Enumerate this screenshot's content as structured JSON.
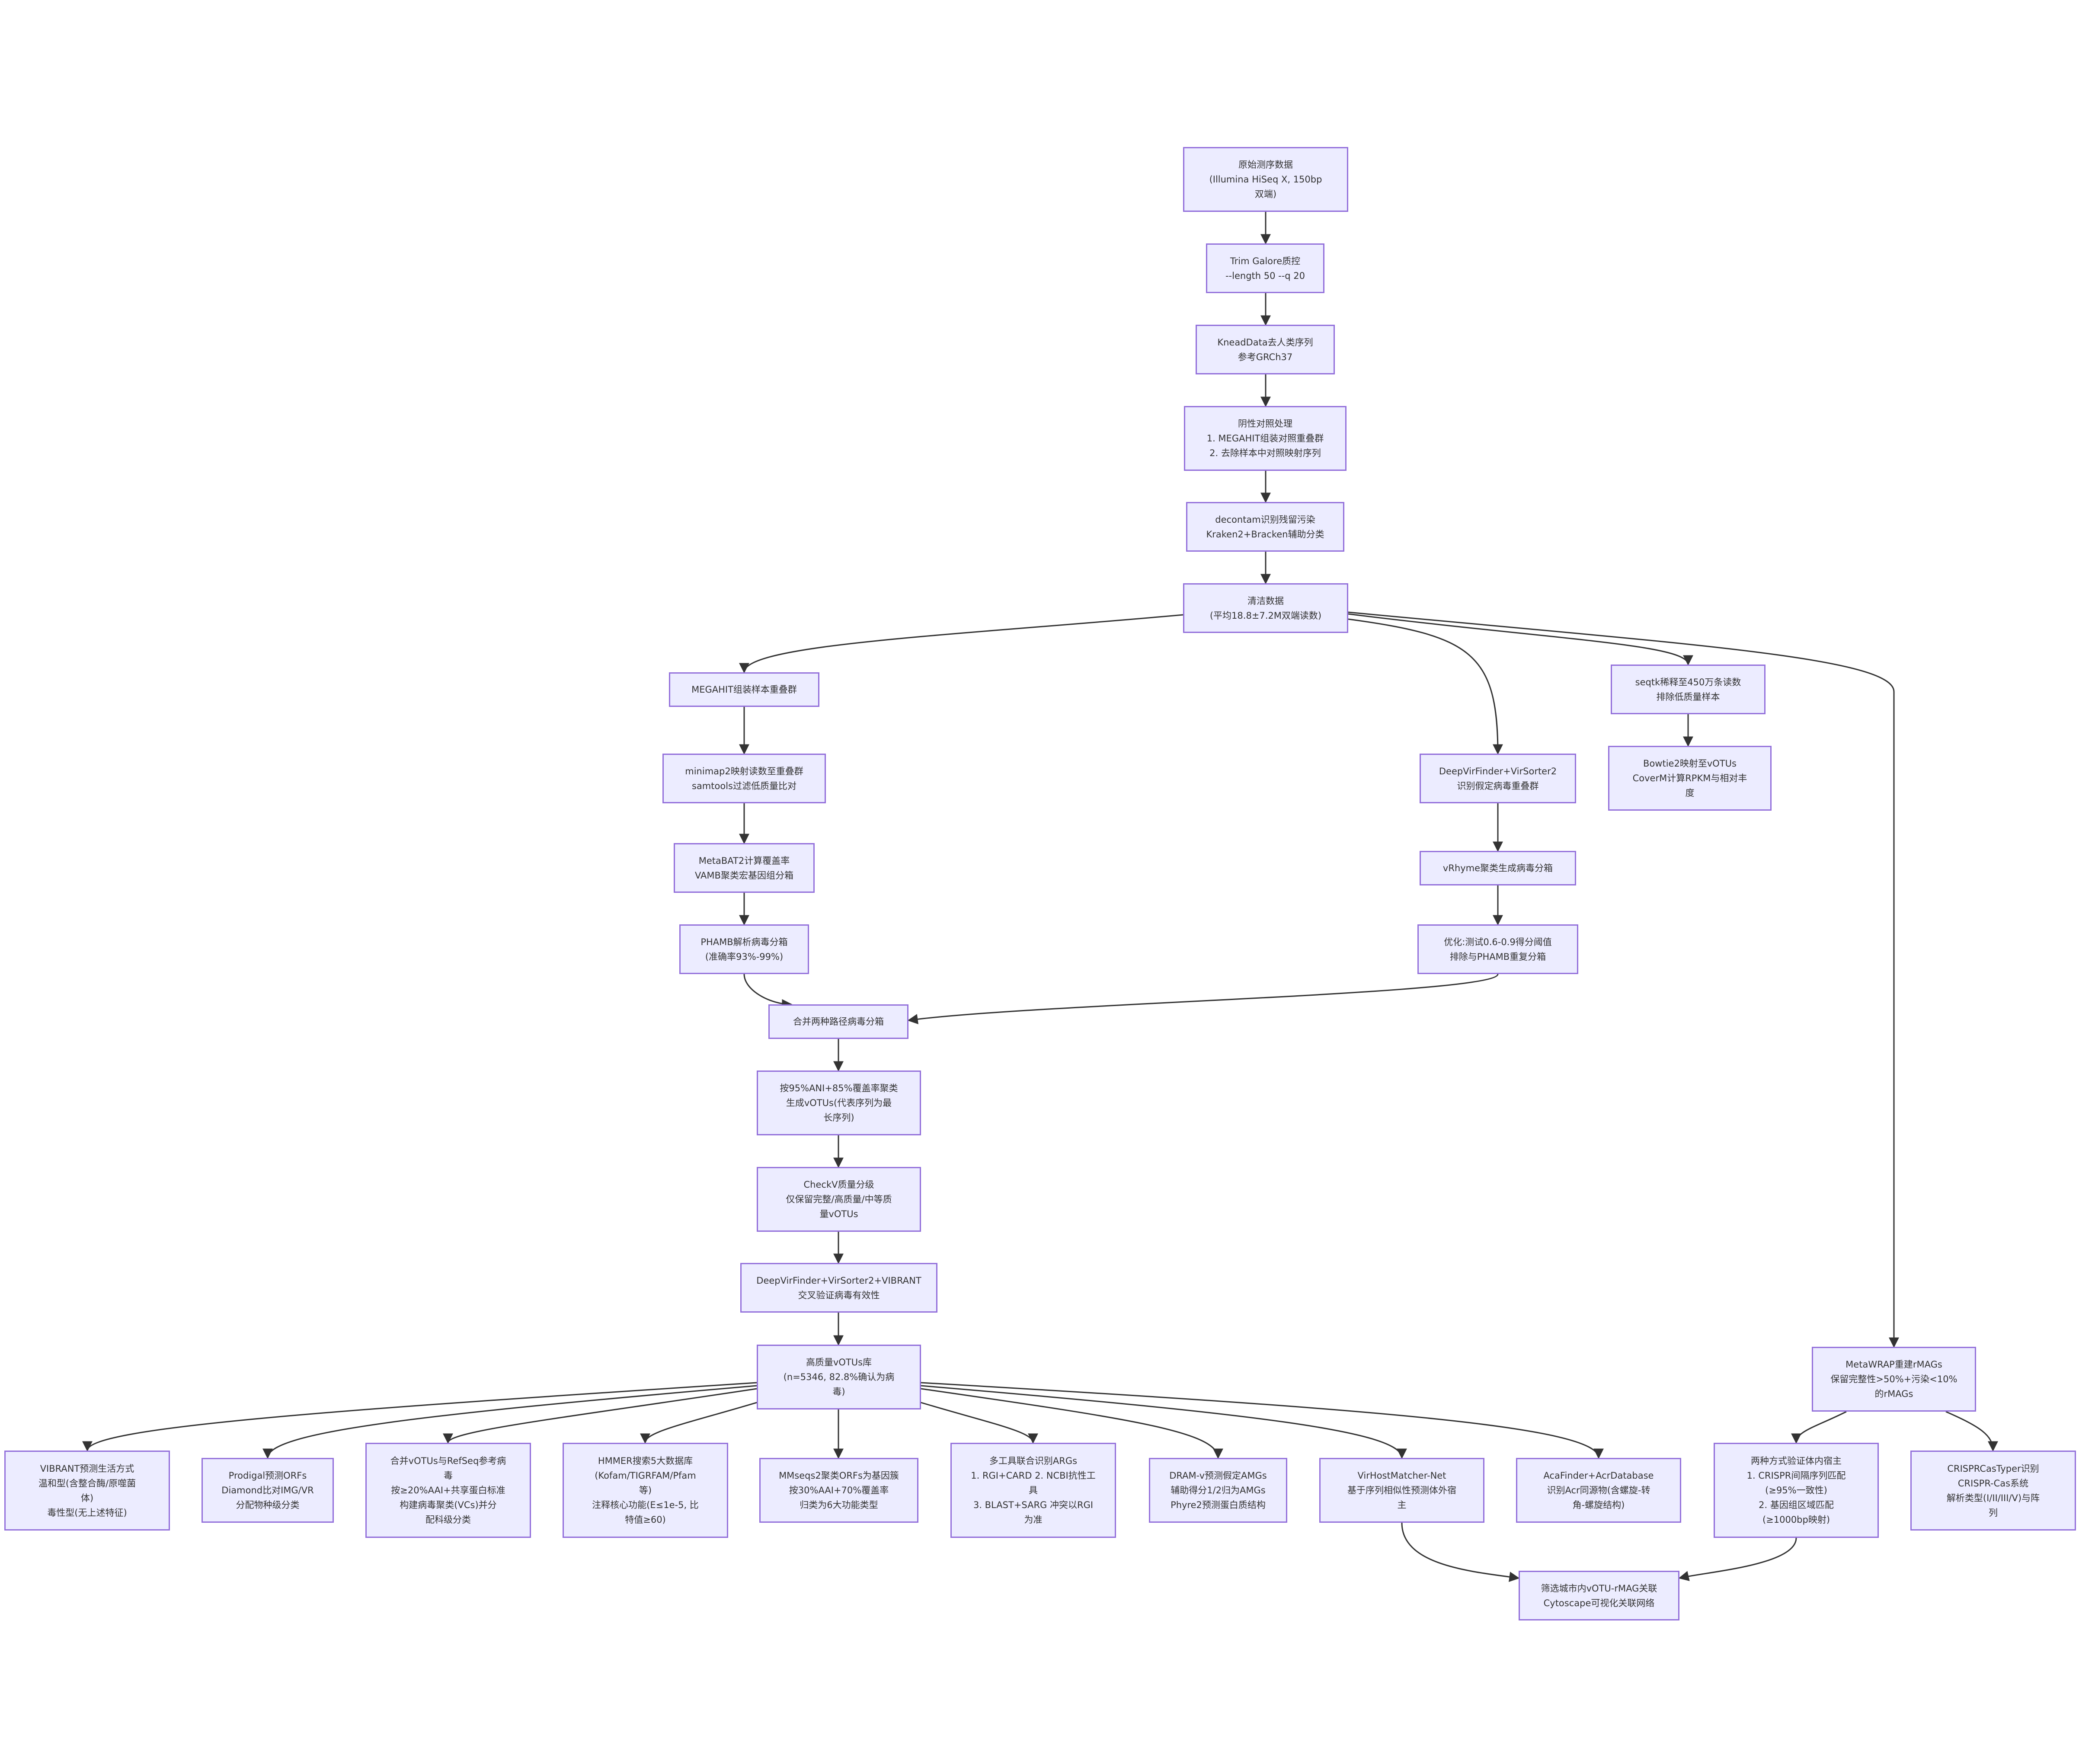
{
  "colors": {
    "node_fill": "#ececff",
    "node_border": "#9370db",
    "edge": "#333333",
    "text": "#333333"
  },
  "nodes": {
    "raw": {
      "lines": [
        "原始测序数据",
        "(Illumina HiSeq X, 150bp",
        "双端)"
      ]
    },
    "trim": {
      "lines": [
        "Trim Galore质控",
        "--length 50 --q 20"
      ]
    },
    "knead": {
      "lines": [
        "KneadData去人类序列",
        "参考GRCh37"
      ]
    },
    "neg": {
      "lines": [
        "阴性对照处理",
        "1. MEGAHIT组装对照重叠群",
        "2. 去除样本中对照映射序列"
      ]
    },
    "decontam": {
      "lines": [
        "decontam识别残留污染",
        "Kraken2+Bracken辅助分类"
      ]
    },
    "clean": {
      "lines": [
        "清洁数据",
        "(平均18.8±7.2M双端读数)"
      ]
    },
    "megahit": {
      "lines": [
        "MEGAHIT组装样本重叠群"
      ]
    },
    "minimap": {
      "lines": [
        "minimap2映射读数至重叠群",
        "samtools过滤低质量比对"
      ]
    },
    "metabat": {
      "lines": [
        "MetaBAT2计算覆盖率",
        "VAMB聚类宏基因组分箱"
      ]
    },
    "phamb": {
      "lines": [
        "PHAMB解析病毒分箱",
        "(准确率93%-99%)"
      ]
    },
    "dvf": {
      "lines": [
        "DeepVirFinder+VirSorter2",
        "识别假定病毒重叠群"
      ]
    },
    "vrhyme": {
      "lines": [
        "vRhyme聚类生成病毒分箱"
      ]
    },
    "optim": {
      "lines": [
        "优化:测试0.6-0.9得分阈值",
        "排除与PHAMB重复分箱"
      ]
    },
    "merge": {
      "lines": [
        "合并两种路径病毒分箱"
      ]
    },
    "cluster": {
      "lines": [
        "按95%ANI+85%覆盖率聚类",
        "生成vOTUs(代表序列为最",
        "长序列)"
      ]
    },
    "checkv": {
      "lines": [
        "CheckV质量分级",
        "仅保留完整/高质量/中等质",
        "量vOTUs"
      ]
    },
    "crossval": {
      "lines": [
        "DeepVirFinder+VirSorter2+VIBRANT",
        "交叉验证病毒有效性"
      ]
    },
    "hq": {
      "lines": [
        "高质量vOTUs库",
        "(n=5346, 82.8%确认为病",
        "毒)"
      ]
    },
    "seqtk": {
      "lines": [
        "seqtk稀释至450万条读数",
        "排除低质量样本"
      ]
    },
    "bowtie": {
      "lines": [
        "Bowtie2映射至vOTUs",
        "CoverM计算RPKM与相对丰",
        "度"
      ]
    },
    "metawrap": {
      "lines": [
        "MetaWRAP重建rMAGs",
        "保留完整性>50%+污染<10%",
        "的rMAGs"
      ]
    },
    "vibrant": {
      "lines": [
        "VIBRANT预测生活方式",
        "温和型(含整合酶/原噬菌",
        "体)",
        "毒性型(无上述特征)"
      ]
    },
    "prodigal": {
      "lines": [
        "Prodigal预测ORFs",
        "Diamond比对IMG/VR",
        "分配物种级分类"
      ]
    },
    "refseq": {
      "lines": [
        "合并vOTUs与RefSeq参考病",
        "毒",
        "按≥20%AAI+共享蛋白标准",
        "构建病毒聚类(VCs)并分",
        "配科级分类"
      ]
    },
    "hmmer": {
      "lines": [
        "HMMER搜索5大数据库",
        "(Kofam/TIGRFAM/Pfam",
        "等)",
        "注释核心功能(E≤1e-5, 比",
        "特值≥60)"
      ]
    },
    "mmseqs": {
      "lines": [
        "MMseqs2聚类ORFs为基因簇",
        "按30%AAI+70%覆盖率",
        "归类为6大功能类型"
      ]
    },
    "args": {
      "lines": [
        "多工具联合识别ARGs",
        "1. RGI+CARD 2. NCBI抗性工",
        "具",
        "3. BLAST+SARG 冲突以RGI",
        "为准"
      ]
    },
    "dram": {
      "lines": [
        "DRAM-v预测假定AMGs",
        "辅助得分1/2归为AMGs",
        "Phyre2预测蛋白质结构"
      ]
    },
    "virhost": {
      "lines": [
        "VirHostMatcher-Net",
        "基于序列相似性预测体外宿",
        "主"
      ]
    },
    "aca": {
      "lines": [
        "AcaFinder+AcrDatabase",
        "识别Acr同源物(含螺旋-转",
        "角-螺旋结构)"
      ]
    },
    "host2": {
      "lines": [
        "两种方式验证体内宿主",
        "1. CRISPR间隔序列匹配",
        "(≥95%一致性)",
        "2. 基因组区域匹配",
        "(≥1000bp映射)"
      ]
    },
    "crispr": {
      "lines": [
        "CRISPRCasTyper识别",
        "CRISPR-Cas系统",
        "解析类型(I/II/III/V)与阵",
        "列"
      ]
    },
    "network": {
      "lines": [
        "筛选城市内vOTU-rMAG关联",
        "Cytoscape可视化关联网络"
      ]
    }
  }
}
